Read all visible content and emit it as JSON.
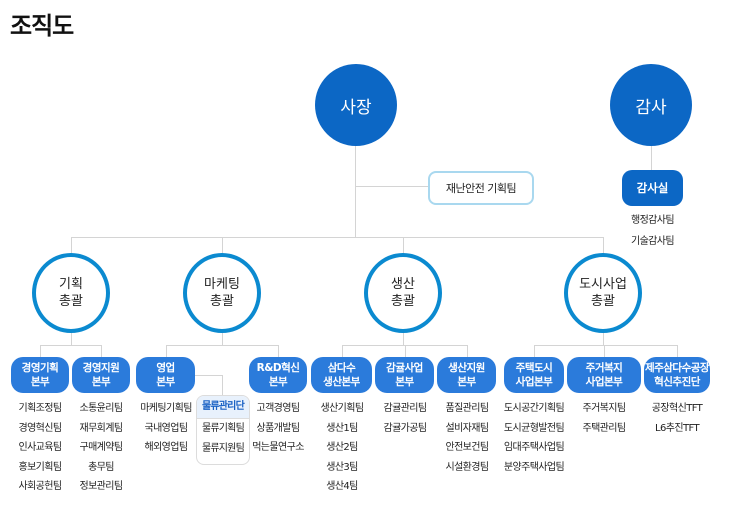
{
  "title": "조직도",
  "ceo": "사장",
  "auditor": "감사",
  "safety_team": "재난안전 기획팀",
  "audit_office": {
    "label": "감사실",
    "teams": [
      "행정감사팀",
      "기술감사팀"
    ]
  },
  "headquarters": [
    {
      "label": "기획\n총괄",
      "divisions": [
        {
          "label": "경영기획\n본부",
          "teams": [
            "기획조정팀",
            "경영혁신팀",
            "인사교육팀",
            "홍보기획팀",
            "사회공헌팀"
          ]
        },
        {
          "label": "경영지원\n본부",
          "teams": [
            "소통윤리팀",
            "재무회계팀",
            "구매계약팀",
            "총무팀",
            "정보관리팀"
          ]
        }
      ]
    },
    {
      "label": "마케팅\n총괄",
      "divisions": [
        {
          "label": "영업\n본부",
          "teams": [
            "마케팅기획팀",
            "국내영업팀",
            "해외영업팀"
          ]
        },
        {
          "label": "R&D혁신\n본부",
          "teams": [
            "고객경영팀",
            "상품개발팀",
            "먹는물연구소"
          ]
        }
      ]
    },
    {
      "label": "생산\n총괄",
      "divisions": [
        {
          "label": "삼다수\n생산본부",
          "teams": [
            "생산기획팀",
            "생산1팀",
            "생산2팀",
            "생산3팀",
            "생산4팀"
          ]
        },
        {
          "label": "감귤사업\n본부",
          "teams": [
            "감귤관리팀",
            "감귤가공팀"
          ]
        },
        {
          "label": "생산지원\n본부",
          "teams": [
            "품질관리팀",
            "설비자재팀",
            "안전보건팀",
            "시설환경팀"
          ]
        }
      ]
    },
    {
      "label": "도시사업\n총괄",
      "divisions": [
        {
          "label": "주택도시\n사업본부",
          "teams": [
            "도시공간기획팀",
            "도시균형발전팀",
            "임대주택사업팀",
            "분양주택사업팀"
          ]
        },
        {
          "label": "주거복지\n사업본부",
          "teams": [
            "주거복지팀",
            "주택관리팀"
          ]
        },
        {
          "label": "제주삼다수공장\n혁신추진단",
          "teams": [
            "공장혁신TFT",
            "L6추진TFT"
          ]
        }
      ]
    }
  ],
  "logistics": {
    "label": "물류관리단",
    "teams": [
      "물류기획팀",
      "물류지원팀"
    ]
  },
  "colors": {
    "primary": "#0c67c5",
    "division": "#2b7bdb",
    "ring": "#0b8ad0",
    "line": "#d4d4d4"
  }
}
